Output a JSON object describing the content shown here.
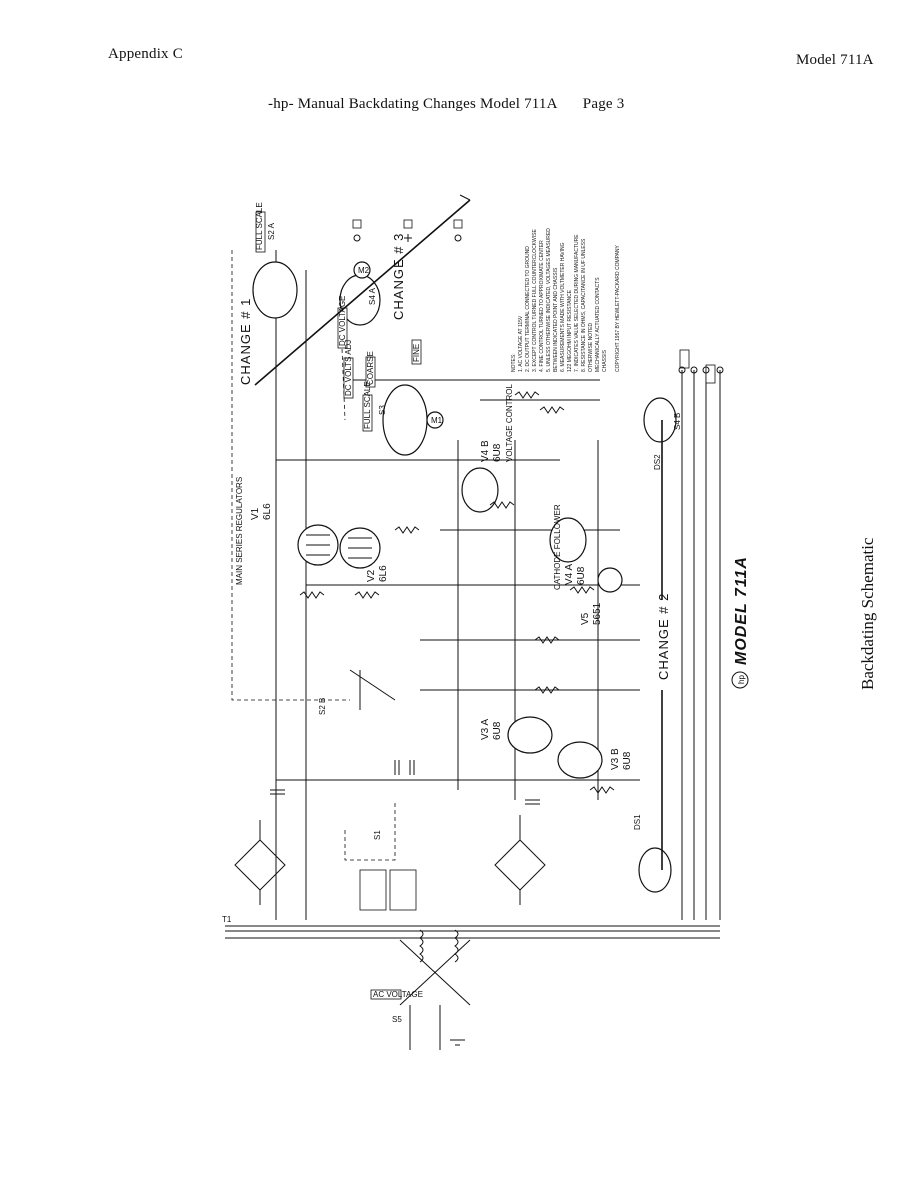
{
  "header": {
    "left": "Appendix C",
    "right": "Model 711A",
    "title": "-hp- Manual Backdating Changes Model 711A",
    "page": "Page 3"
  },
  "side_caption": "Backdating Schematic",
  "schematic": {
    "model_mark": "MODEL 711A",
    "hp_logo": "hp",
    "changes": [
      "CHANGE # 1",
      "CHANGE # 2",
      "CHANGE # 3"
    ],
    "section_title": "MAIN SERIES REGULATORS",
    "tubes": [
      {
        "id": "V1",
        "type": "6L6"
      },
      {
        "id": "V2",
        "type": "6L6"
      },
      {
        "id": "V3 A",
        "type": "6U8"
      },
      {
        "id": "V3 B",
        "type": "6U8"
      },
      {
        "id": "V4 A",
        "type": "6U8",
        "function": "CATHODE FOLLOWER"
      },
      {
        "id": "V4 B",
        "type": "6U8",
        "function": "VOLTAGE CONTROL"
      },
      {
        "id": "V5",
        "type": "5651"
      }
    ],
    "labels": {
      "ac_voltage": "AC VOLTAGE",
      "dc_voltage": "DC VOLTAGE",
      "dc_volts_adj": "DC VOLTS ADJ",
      "coarse": "COARSE",
      "fine": "FINE",
      "full_scale": "FULL SCALE",
      "s1": "S1",
      "s2a": "S2 A",
      "s2b": "S2 B",
      "s3": "S3",
      "s4a": "S4 A",
      "s4b": "S4 B",
      "s5": "S5",
      "ds1": "DS1",
      "ds2": "DS2",
      "m1": "M1",
      "m2": "M2",
      "t1": "T1"
    },
    "notes_title": "NOTES:",
    "notes": [
      "1. AC VOLTAGE AT 115V",
      "2. DC OUTPUT TERMINAL CONNECTED TO GROUND",
      "3. EXCEPT CONTROL TURNED FULL COUNTERCLOCKWISE",
      "4. FINE CONTROL TURNED TO APPROXIMATE CENTER",
      "5. UNLESS OTHERWISE INDICATED, VOLTAGES MEASURED",
      "   BETWEEN INDICATED POINT AND CHASSIS",
      "6. MEASUREMENTS MADE WITH VOLTMETER HAVING",
      "   122 MEGOHM INPUT RESISTANCE",
      "7. INDICATES VALUE SELECTED DURING MANUFACTURE",
      "8. RESISTANCE IN OHMS, CAPACITANCE IN UF UNLESS",
      "   OTHERWISE NOTED",
      "MECHANICALLY ACTUATED CONTACTS",
      "CHASSIS"
    ],
    "copyright": "COPYRIGHT 1957 BY HEWLETT-PACKARD COMPANY"
  }
}
